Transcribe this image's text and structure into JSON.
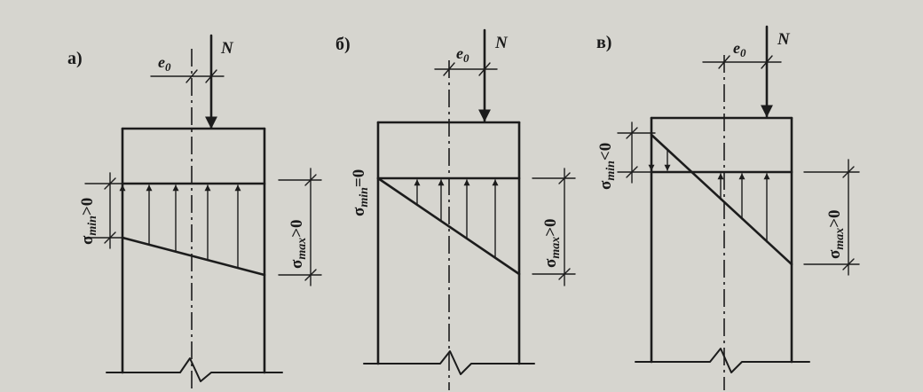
{
  "panels": [
    {
      "label": "а)",
      "eccentricity": "e",
      "eccentricity_sub": "0",
      "force": "N",
      "sigma_min_sub": "min",
      "sigma_min_rel": ">0",
      "sigma_max_sub": "max",
      "sigma_max_rel": ">0"
    },
    {
      "label": "б)",
      "eccentricity": "e",
      "eccentricity_sub": "0",
      "force": "N",
      "sigma_min_sub": "min",
      "sigma_min_rel": "=0",
      "sigma_max_sub": "max",
      "sigma_max_rel": ">0"
    },
    {
      "label": "в)",
      "eccentricity": "e",
      "eccentricity_sub": "0",
      "force": "N",
      "sigma_min_sub": "min",
      "sigma_min_rel": "<0",
      "sigma_max_sub": "max",
      "sigma_max_rel": ">0"
    }
  ],
  "sigma_symbol": "σ"
}
